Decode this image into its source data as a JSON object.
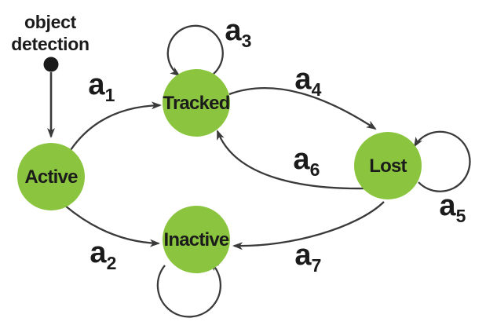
{
  "colors": {
    "node_fill": "#8bc53f",
    "edge": "#3a3a3a",
    "text": "#1b1b1b"
  },
  "annotation": {
    "line1": "object",
    "line2": "detection"
  },
  "nodes": {
    "active": {
      "label": "Active"
    },
    "tracked": {
      "label": "Tracked"
    },
    "lost": {
      "label": "Lost"
    },
    "inactive": {
      "label": "Inactive"
    }
  },
  "edges": {
    "a1": {
      "base": "a",
      "sub": "1",
      "from": "Active",
      "to": "Tracked"
    },
    "a2": {
      "base": "a",
      "sub": "2",
      "from": "Active",
      "to": "Inactive"
    },
    "a3": {
      "base": "a",
      "sub": "3",
      "from": "Tracked",
      "to": "Tracked"
    },
    "a4": {
      "base": "a",
      "sub": "4",
      "from": "Tracked",
      "to": "Lost"
    },
    "a5": {
      "base": "a",
      "sub": "5",
      "from": "Lost",
      "to": "Lost"
    },
    "a6": {
      "base": "a",
      "sub": "6",
      "from": "Lost",
      "to": "Tracked"
    },
    "a7": {
      "base": "a",
      "sub": "7",
      "from": "Lost",
      "to": "Inactive"
    },
    "inactive_self": {
      "from": "Inactive",
      "to": "Inactive"
    }
  }
}
